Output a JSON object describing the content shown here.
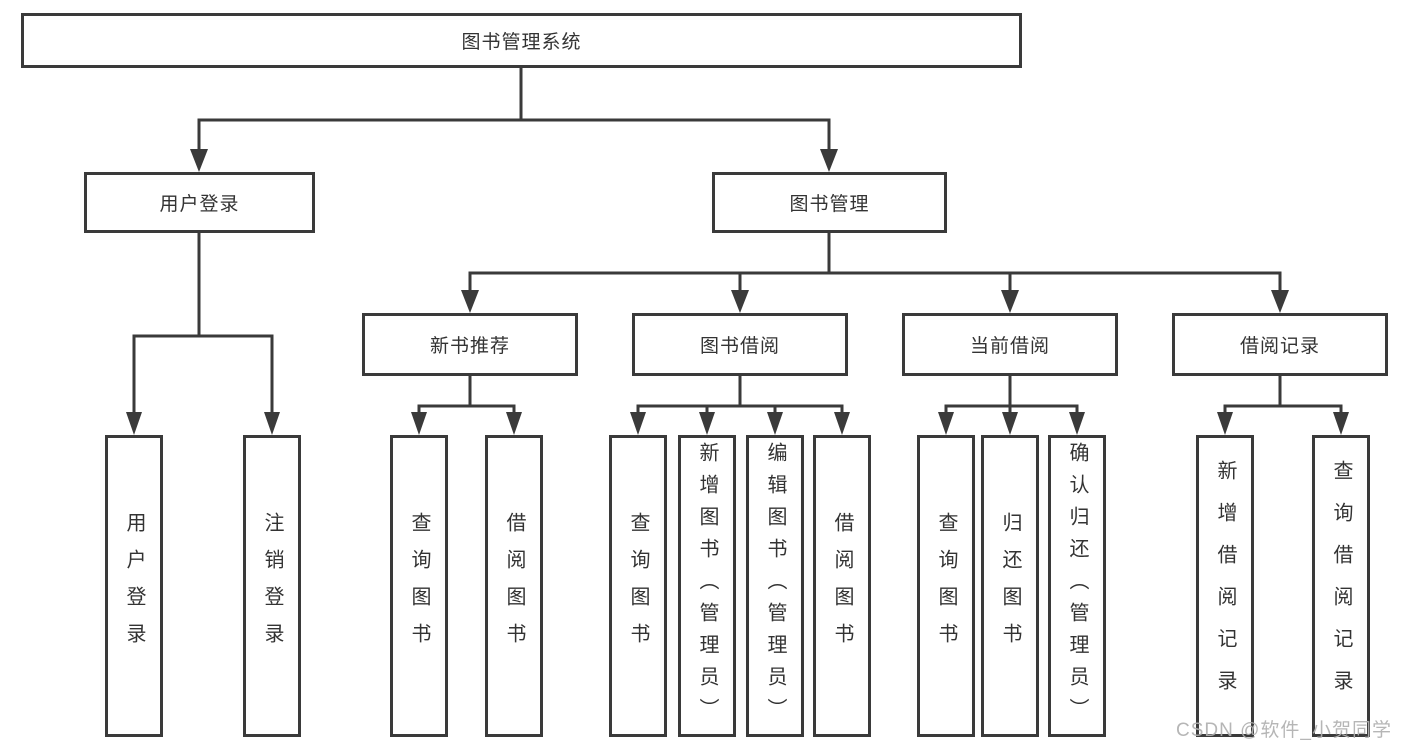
{
  "diagram": {
    "root": {
      "label": "图书管理系统"
    },
    "level2": [
      {
        "id": "user-login",
        "label": "用户登录",
        "children": [
          {
            "label": "用户登录"
          },
          {
            "label": "注销登录"
          }
        ]
      },
      {
        "id": "book-management",
        "label": "图书管理",
        "children": [
          {
            "id": "new-book-recommend",
            "label": "新书推荐",
            "children": [
              {
                "label": "查询图书"
              },
              {
                "label": "借阅图书"
              }
            ]
          },
          {
            "id": "book-borrowing",
            "label": "图书借阅",
            "children": [
              {
                "label": "查询图书"
              },
              {
                "label": "新增图书（管理员）"
              },
              {
                "label": "编辑图书（管理员）"
              },
              {
                "label": "借阅图书"
              }
            ]
          },
          {
            "id": "current-borrowing",
            "label": "当前借阅",
            "children": [
              {
                "label": "查询图书"
              },
              {
                "label": "归还图书"
              },
              {
                "label": "确认归还（管理员）"
              }
            ]
          },
          {
            "id": "borrowing-records",
            "label": "借阅记录",
            "children": [
              {
                "label": "新增借阅记录"
              },
              {
                "label": "查询借阅记录"
              }
            ]
          }
        ]
      }
    ]
  },
  "watermark": {
    "text": "CSDN @软件_小贺同学"
  },
  "colors": {
    "line": "#3a3a3a",
    "text": "#333333",
    "watermark": "#b0b0b0",
    "background": "#ffffff"
  }
}
